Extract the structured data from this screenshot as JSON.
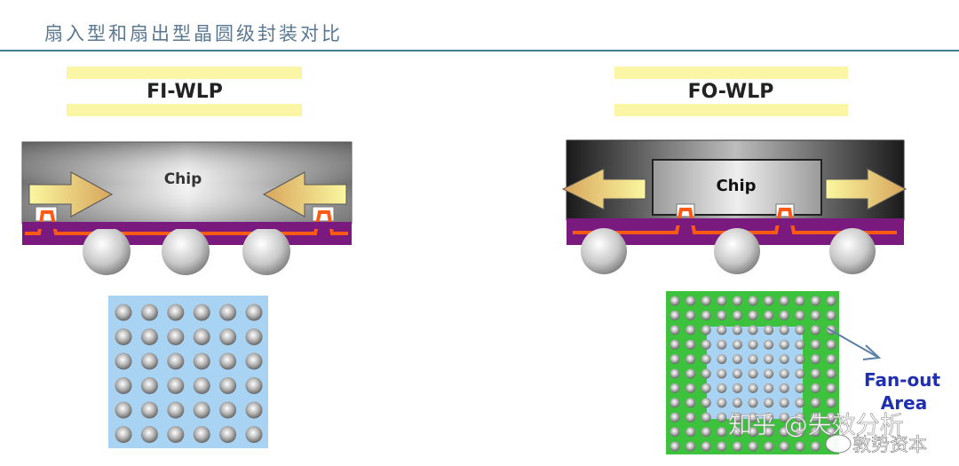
{
  "header": {
    "title": "扇入型和扇出型晶圆级封装对比"
  },
  "fi": {
    "label": "FI-WLP",
    "chip_label": "Chip",
    "grid_rows": 6,
    "grid_cols": 6
  },
  "fo": {
    "label": "FO-WLP",
    "chip_label": "Chip",
    "grid_rows": 11,
    "grid_cols": 11,
    "fanout_label_line1": "Fan-out",
    "fanout_label_line2": "Area"
  },
  "watermark": {
    "text": "知乎 @失效分析",
    "sub": "敦势资本"
  },
  "colors": {
    "purple": "#7a1a7e",
    "trace": "#ff5a14",
    "banner": "#fbf6a6",
    "fi_grid_bg": "#a9d3f2",
    "fo_grid_bg": "#3cc23c",
    "fanout_text": "#1f2fb0"
  }
}
